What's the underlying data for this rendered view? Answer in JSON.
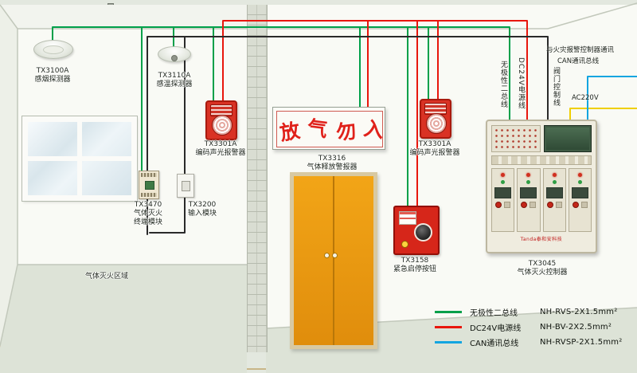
{
  "sign": {
    "text": "放气勿入"
  },
  "devices": {
    "smoke": {
      "model": "TX3100A",
      "name": "感烟探测器"
    },
    "heat": {
      "model": "TX3110A",
      "name": "感温探测器"
    },
    "alarm_left": {
      "model": "TX3301A",
      "name": "编码声光报警器"
    },
    "module_terminal": {
      "model": "TX3470",
      "name": "气体灭火\n终端模块"
    },
    "module_input": {
      "model": "TX3200",
      "name": "输入模块"
    },
    "zone": {
      "name": "气体灭火区域"
    },
    "release_alarm": {
      "model": "TX3316",
      "name": "气体释放警报器"
    },
    "alarm_right": {
      "model": "TX3301A",
      "name": "编码声光报警器"
    },
    "emergency_button": {
      "model": "TX3158",
      "name": "紧急启停按钮"
    },
    "controller": {
      "model": "TX3045",
      "name": "气体灭火控制器",
      "brand": "Tanda泰和安科技"
    }
  },
  "wire_labels": {
    "bus_vertical": "无极性二总线",
    "power_vertical": "DC24V电源线",
    "valve_vertical": "阀门控制线",
    "comm_line1": "与火灾报警控制器通讯",
    "comm_line2": "CAN通讯总线",
    "ac": "AC220V"
  },
  "colors": {
    "bus_green": "#00a04a",
    "power_red": "#e8160c",
    "can_blue": "#13a5e0",
    "ac_yellow": "#f0cf00",
    "valve_black": "#2a2a2a",
    "door_orange": "#f2a517",
    "alarm_red": "#d93224"
  },
  "legend": {
    "rows": [
      {
        "color": "#00a04a",
        "label": "无极性二总线",
        "spec": "NH-RVS-2X1.5mm²"
      },
      {
        "color": "#e8160c",
        "label": "DC24V电源线",
        "spec": "NH-BV-2X2.5mm²"
      },
      {
        "color": "#13a5e0",
        "label": "CAN通讯总线",
        "spec": "NH-RVSP-2X1.5mm²"
      }
    ]
  }
}
